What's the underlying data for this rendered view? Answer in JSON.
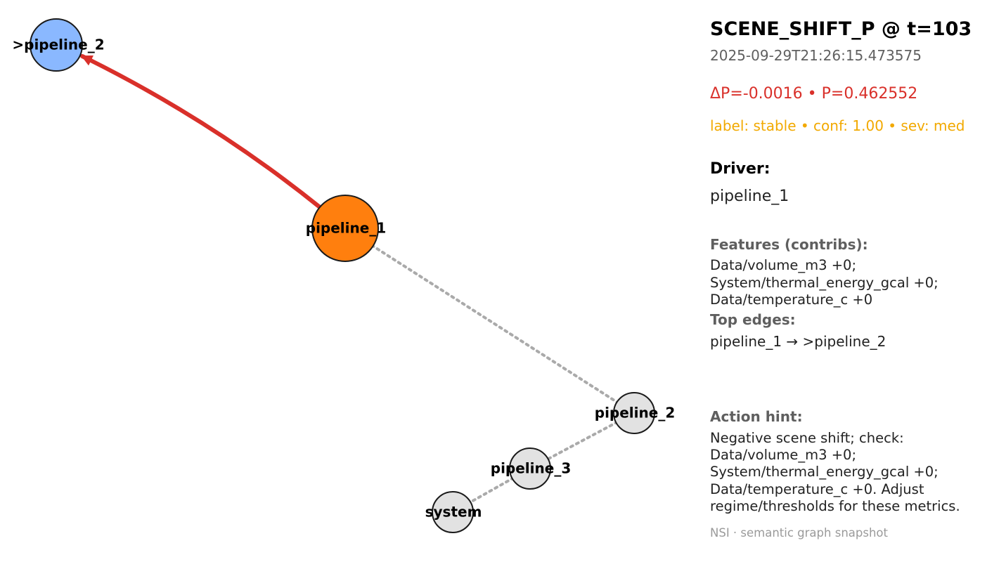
{
  "colors": {
    "driver_node": "#ff7f0e",
    "target_node": "#8ab8ff",
    "other_node": "#e2e2e2",
    "active_edge": "#d9302a",
    "inactive_edge": "#aaaaaa",
    "delta_text": "#d9302a",
    "label_text": "#f2a900"
  },
  "graph": {
    "nodes": [
      {
        "id": "target",
        "label": ">pipeline_2",
        "role": "target"
      },
      {
        "id": "driver",
        "label": "pipeline_1",
        "role": "driver"
      },
      {
        "id": "p2",
        "label": "pipeline_2",
        "role": "other"
      },
      {
        "id": "p3",
        "label": "pipeline_3",
        "role": "other"
      },
      {
        "id": "system",
        "label": "system",
        "role": "other"
      }
    ],
    "edges": [
      {
        "from": "driver",
        "to": "target",
        "style": "active"
      },
      {
        "from": "driver",
        "to": "p2",
        "style": "inactive"
      },
      {
        "from": "p2",
        "to": "p3",
        "style": "inactive"
      },
      {
        "from": "p3",
        "to": "system",
        "style": "inactive"
      }
    ]
  },
  "panel": {
    "title": "SCENE_SHIFT_P @ t=103",
    "timestamp": "2025-09-29T21:26:15.473575",
    "delta": "ΔP=-0.0016 • P=0.462552",
    "label_line": "label: stable • conf: 1.00 • sev: med",
    "driver_heading": "Driver:",
    "driver_value": "pipeline_1",
    "features_heading": "Features (contribs):",
    "features": [
      "Data/volume_m3 +0;",
      "System/thermal_energy_gcal +0;",
      "Data/temperature_c +0"
    ],
    "top_edges_heading": "Top edges:",
    "top_edges_value": "pipeline_1 → >pipeline_2",
    "action_heading": "Action hint:",
    "action_text": "Negative scene shift; check:\nData/volume_m3 +0;\nSystem/thermal_energy_gcal +0;\nData/temperature_c +0. Adjust\nregime/thresholds for these metrics.",
    "footer": "NSI · semantic graph snapshot"
  }
}
